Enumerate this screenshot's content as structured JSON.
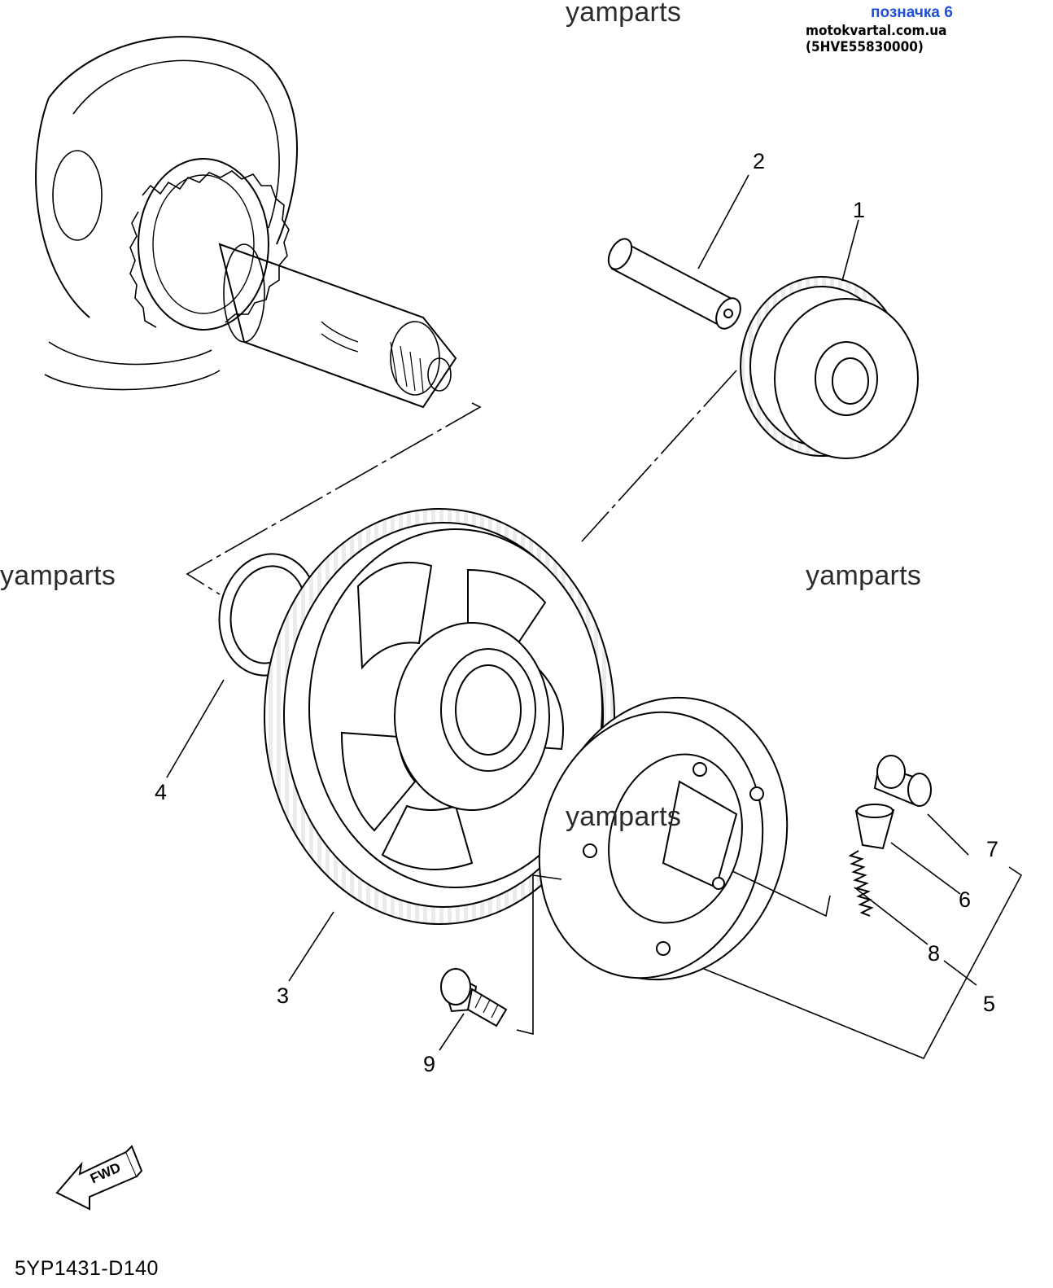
{
  "header": {
    "badge": "позначка 6",
    "source": "motokvartal.com.ua (5HVE55830000)"
  },
  "watermarks": [
    "yamparts",
    "yamparts",
    "yamparts",
    "yamparts"
  ],
  "callouts": {
    "p1": "1",
    "p2": "2",
    "p3": "3",
    "p4": "4",
    "p5": "5",
    "p6": "6",
    "p7": "7",
    "p8": "8",
    "p9": "9"
  },
  "direction_arrow": {
    "label": "FWD",
    "icon": "fwd-arrow-icon"
  },
  "diagram_code": "5YP1431-D140",
  "colors": {
    "ink": "#000000",
    "badge": "#1f4fd6",
    "watermark": "#2b2b2b"
  }
}
